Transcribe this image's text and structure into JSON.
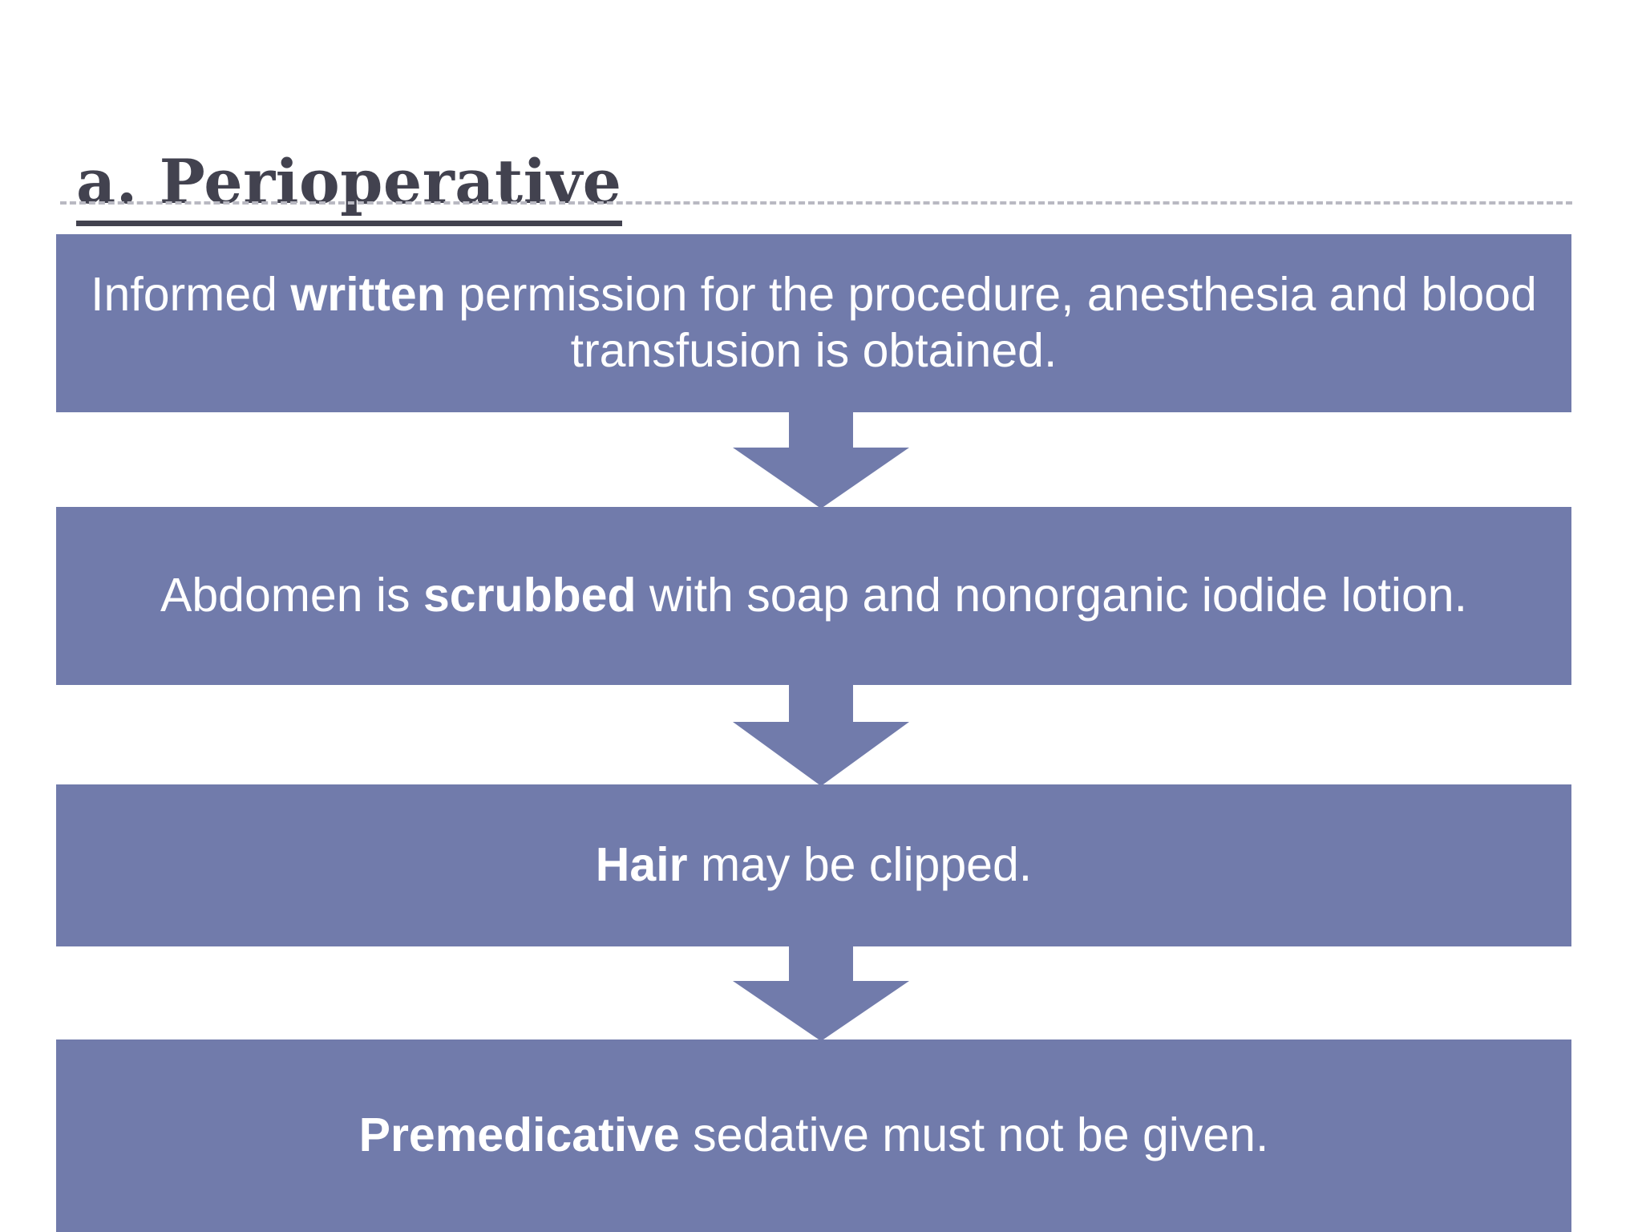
{
  "slide": {
    "title": "a. Perioperative",
    "background_color": "#ffffff",
    "title_color": "#42424f",
    "accent_color": "#717bab",
    "divider_color": "#b9b9c2"
  },
  "flowchart": {
    "type": "vertical-process-flow",
    "box_fill": "#717bab",
    "box_text_color": "#ffffff",
    "arrow_color": "#717bab",
    "steps": [
      {
        "id": "step-1",
        "segments": [
          {
            "text": "Informed ",
            "bold": false
          },
          {
            "text": "written",
            "bold": true
          },
          {
            "text": " permission for the procedure, anesthesia and blood transfusion is obtained.",
            "bold": false
          }
        ],
        "plain_text": "Informed written permission for the procedure, anesthesia and blood transfusion is obtained."
      },
      {
        "id": "step-2",
        "segments": [
          {
            "text": "Abdomen is ",
            "bold": false
          },
          {
            "text": "scrubbed",
            "bold": true
          },
          {
            "text": " with soap and nonorganic iodide lotion.",
            "bold": false
          }
        ],
        "plain_text": "Abdomen is scrubbed with soap and nonorganic iodide lotion."
      },
      {
        "id": "step-3",
        "segments": [
          {
            "text": "Hair",
            "bold": true
          },
          {
            "text": " may be clipped.",
            "bold": false
          }
        ],
        "plain_text": "Hair may be clipped."
      },
      {
        "id": "step-4",
        "segments": [
          {
            "text": "Premedicative",
            "bold": true
          },
          {
            "text": " sedative must not be given.",
            "bold": false
          }
        ],
        "plain_text": "Premedicative sedative must not be given."
      }
    ],
    "connectors": [
      {
        "id": "connector-1",
        "from": "step-1",
        "to": "step-2",
        "icon": "down-arrow-icon"
      },
      {
        "id": "connector-2",
        "from": "step-2",
        "to": "step-3",
        "icon": "down-arrow-icon"
      },
      {
        "id": "connector-3",
        "from": "step-3",
        "to": "step-4",
        "icon": "down-arrow-icon"
      }
    ]
  }
}
